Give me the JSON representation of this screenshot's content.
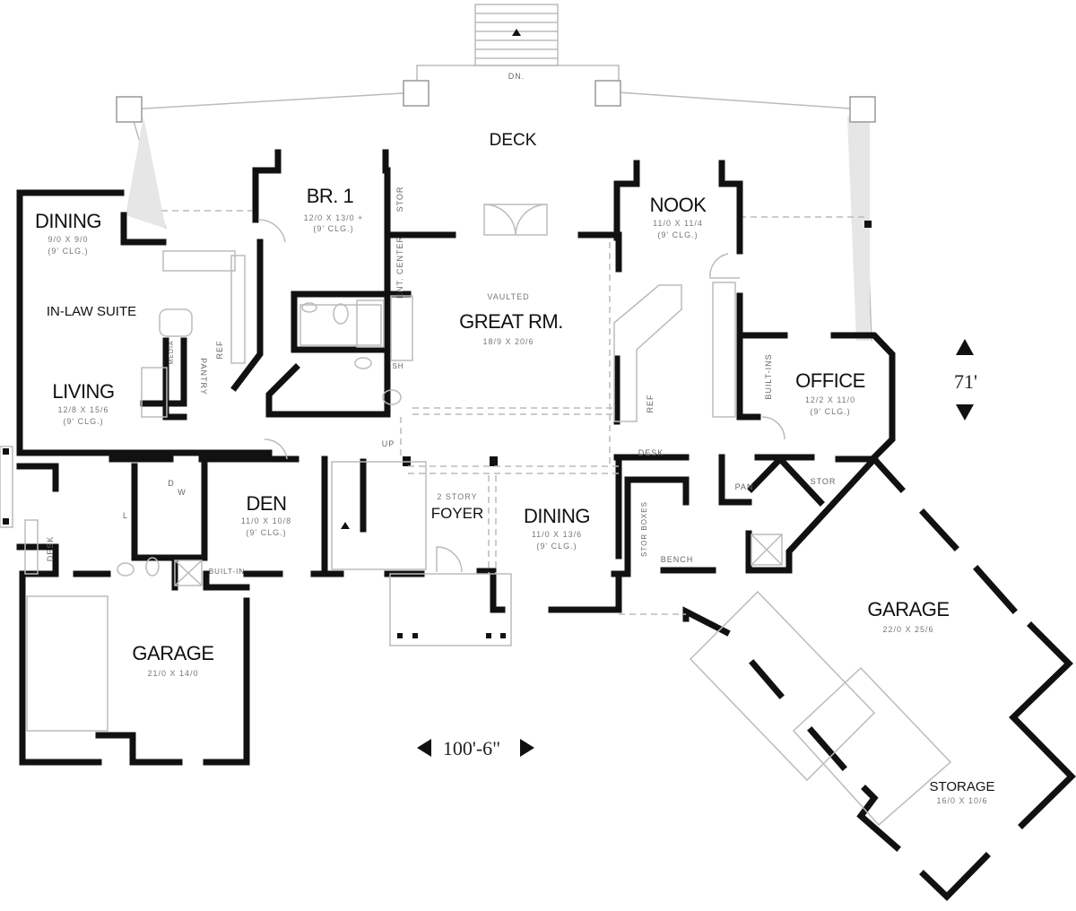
{
  "deck": {
    "label": "DECK",
    "stairs_label": "DN."
  },
  "rooms": {
    "dining_suite": {
      "name": "DINING",
      "size": "9/0 X 9/0",
      "ceiling": "(9' CLG.)"
    },
    "in_law_suite": {
      "name": "IN-LAW SUITE"
    },
    "living": {
      "name": "LIVING",
      "size": "12/8 X 15/6",
      "ceiling": "(9' CLG.)"
    },
    "br1": {
      "name": "BR. 1",
      "size": "12/0 X 13/0 +",
      "ceiling": "(9' CLG.)"
    },
    "great_rm": {
      "name": "GREAT RM.",
      "note": "VAULTED",
      "size": "18/9 X 20/6"
    },
    "nook": {
      "name": "NOOK",
      "size": "11/0 X 11/4",
      "ceiling": "(9' CLG.)"
    },
    "office": {
      "name": "OFFICE",
      "size": "12/2 X 11/0",
      "ceiling": "(9' CLG.)"
    },
    "den": {
      "name": "DEN",
      "size": "11/0 X 10/8",
      "ceiling": "(9' CLG.)"
    },
    "foyer": {
      "name": "FOYER",
      "note": "2 STORY"
    },
    "dining": {
      "name": "DINING",
      "size": "11/0 X 13/6",
      "ceiling": "(9' CLG.)"
    },
    "garage_left": {
      "name": "GARAGE",
      "size": "21/0 X 14/0"
    },
    "garage_right": {
      "name": "GARAGE",
      "size": "22/0 X 25/6"
    },
    "storage": {
      "name": "STORAGE",
      "size": "16/0 X 10/6"
    }
  },
  "small_labels": {
    "stor_top": "STOR",
    "ent_center": "ENT. CENTER",
    "media": "MEDIA",
    "pantry": "PANTRY",
    "ref_left": "REF",
    "ref_kitchen": "REF",
    "sh": "SH",
    "built_ins": "BUILT-INS",
    "desk_kitchen": "DESK",
    "desk_left": "DESK",
    "pan": "PAN",
    "stor_right": "STOR",
    "stor_boxes": "STOR BOXES",
    "bench": "BENCH",
    "built_in": "BUILT-IN",
    "up": "UP",
    "d": "D",
    "w": "W",
    "l": "L"
  },
  "dimensions": {
    "depth": "71'",
    "width": "100'-6\""
  }
}
